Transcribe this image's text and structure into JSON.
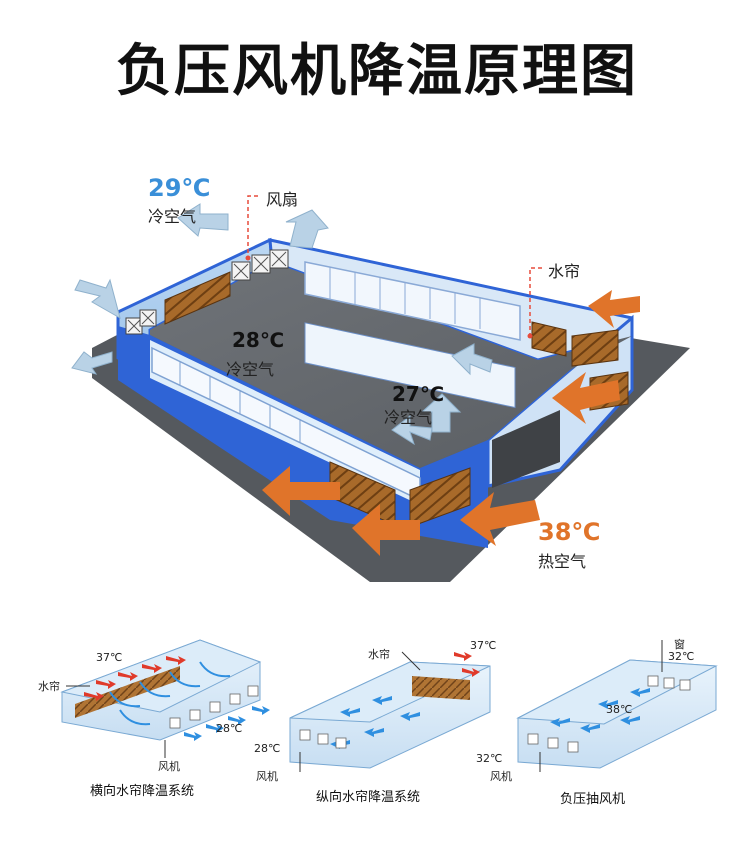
{
  "title": "负压风机降温原理图",
  "main": {
    "cold_outside": {
      "temp": "29℃",
      "label": "冷空气"
    },
    "fan": "风扇",
    "curtain": "水帘",
    "inside_mid": {
      "temp": "28℃",
      "label": "冷空气"
    },
    "inside_near": {
      "temp": "27℃",
      "label": "冷空气"
    },
    "hot_in": {
      "temp": "38℃",
      "label": "热空气"
    }
  },
  "panels": {
    "horizontal": {
      "caption": "横向水帘降温系统",
      "curtain": "水帘",
      "hot": "37℃",
      "cold": "28℃",
      "fan": "风机"
    },
    "vertical": {
      "caption": "纵向水帘降温系统",
      "curtain": "水帘",
      "hot": "37℃",
      "cold": "28℃",
      "fan": "风机"
    },
    "negative": {
      "caption": "负压抽风机",
      "window": "窗",
      "outside": "32℃",
      "inside": "38℃",
      "cold": "32℃",
      "fan": "风机"
    }
  },
  "colors": {
    "cold_blue": "#3a8fd8",
    "hot_orange": "#e0742a",
    "wall_blue": "#2f64d6",
    "floor": "#555a60"
  }
}
